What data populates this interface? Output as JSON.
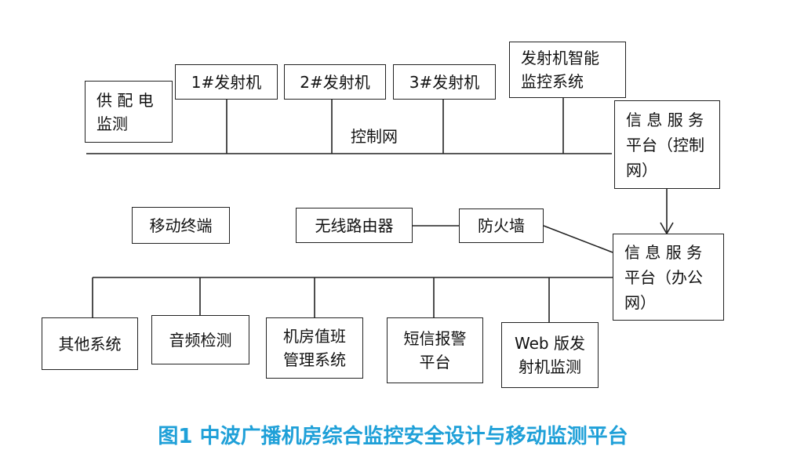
{
  "diagram": {
    "boxes": {
      "power_monitor": "供 配 电\n监测",
      "tx1": "1#发射机",
      "tx2": "2#发射机",
      "tx3": "3#发射机",
      "tx_smart": "发射机智能\n监控系统",
      "info_control": "信 息 服 务\n平台（控制\n网）",
      "mobile": "移动终端",
      "router": "无线路由器",
      "firewall": "防火墙",
      "info_office": "信 息 服 务\n平台（办公\n网）",
      "other": "其他系统",
      "audio": "音频检测",
      "duty": "机房值班\n管理系统",
      "sms": "短信报警\n平台",
      "web": "Web 版发\n射机监测"
    },
    "control_net_label": "控制网",
    "caption": "图1 中波广播机房综合监控安全设计与移动监测平台"
  },
  "colors": {
    "caption": "#1fa0d8",
    "line": "#222222"
  }
}
